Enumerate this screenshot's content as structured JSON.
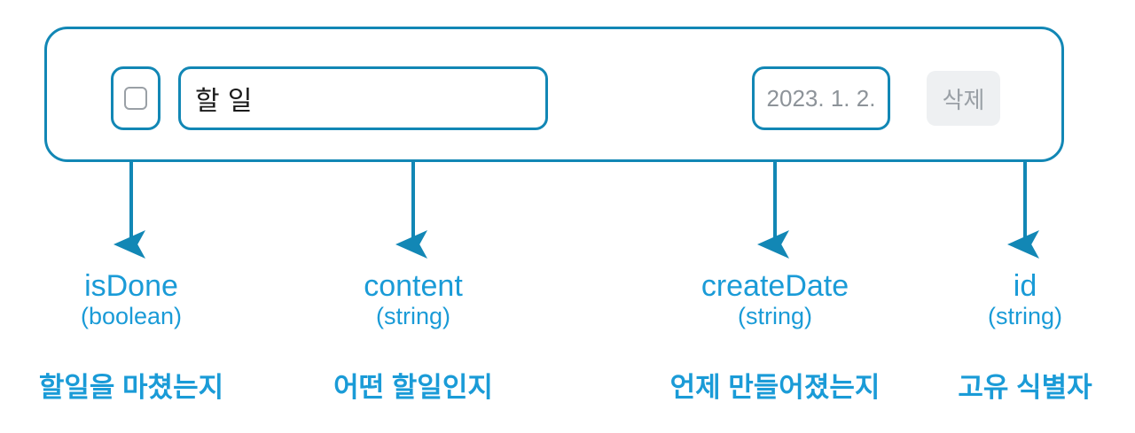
{
  "diagram": {
    "title_alt": "Todo item data-model annotation diagram",
    "accent_border": "#1287b5",
    "accent_text": "#1a9bd7",
    "muted_text": "#9aa0a6"
  },
  "todo_row": {
    "checkbox": {
      "label": "isDone-checkbox",
      "checked": false
    },
    "content": {
      "value": "할 일",
      "placeholder": "할 일"
    },
    "create_date": {
      "value": "2023. 1. 2."
    },
    "delete_button": {
      "label": "삭제"
    }
  },
  "legend": [
    {
      "name": "isDone",
      "type": "(boolean)",
      "desc": "할일을 마쳤는지"
    },
    {
      "name": "content",
      "type": "(string)",
      "desc": "어떤 할일인지"
    },
    {
      "name": "createDate",
      "type": "(string)",
      "desc": "언제 만들어졌는지"
    },
    {
      "name": "id",
      "type": "(string)",
      "desc": "고유 식별자"
    }
  ]
}
